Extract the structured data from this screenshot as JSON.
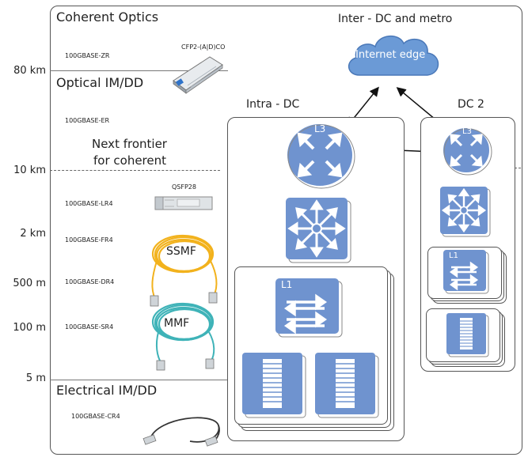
{
  "sections": {
    "coherent": "Coherent Optics",
    "optical": "Optical IM/DD",
    "electrical": "Electrical IM/DD",
    "frontier_line1": "Next frontier",
    "frontier_line2": "for coherent"
  },
  "distances": [
    "80 km",
    "10 km",
    "2 km",
    "500 m",
    "100 m",
    "5 m"
  ],
  "standards": {
    "zr": "100GBASE-ZR",
    "er": "100GBASE-ER",
    "lr4": "100GBASE-LR4",
    "fr4": "100GBASE-FR4",
    "dr4": "100GBASE-DR4",
    "sr4": "100GBASE-SR4",
    "cr4": "100GBASE-CR4"
  },
  "modules": {
    "cfp2": "CFP2-(A|D)CO",
    "qsfp": "QSFP28"
  },
  "fibers": {
    "ssmf": "SSMF",
    "mmf": "MMF"
  },
  "network": {
    "interdc": "Inter - DC and metro",
    "internet_edge": "Internet edge",
    "intra_dc": "Intra - DC",
    "dc2": "DC 2",
    "l3": "L3",
    "l1": "L1"
  },
  "colors": {
    "device_blue": "#6f93cf",
    "cloud_blue": "#6b9ad6",
    "fiber_yellow": "#f2b21d",
    "fiber_teal": "#3fb3b8"
  }
}
